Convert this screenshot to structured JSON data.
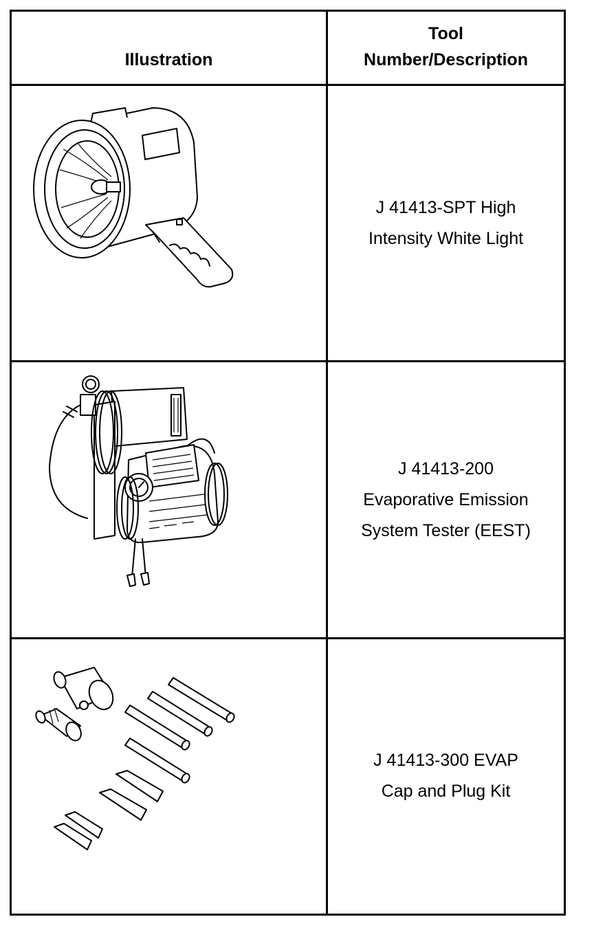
{
  "table": {
    "headers": {
      "illustration": "Illustration",
      "tool_line1": "Tool",
      "tool_line2": "Number/Description"
    },
    "rows": [
      {
        "illustration_icon": "spotlight-icon",
        "desc_line1": "J 41413-SPT High",
        "desc_line2": "Intensity White Light",
        "desc_line3": ""
      },
      {
        "illustration_icon": "evap-tester-icon",
        "desc_line1": "J 41413-200",
        "desc_line2": "Evaporative Emission",
        "desc_line3": "System Tester (EEST)"
      },
      {
        "illustration_icon": "cap-plug-kit-icon",
        "desc_line1": "J 41413-300 EVAP",
        "desc_line2": "Cap and Plug Kit",
        "desc_line3": ""
      }
    ]
  }
}
